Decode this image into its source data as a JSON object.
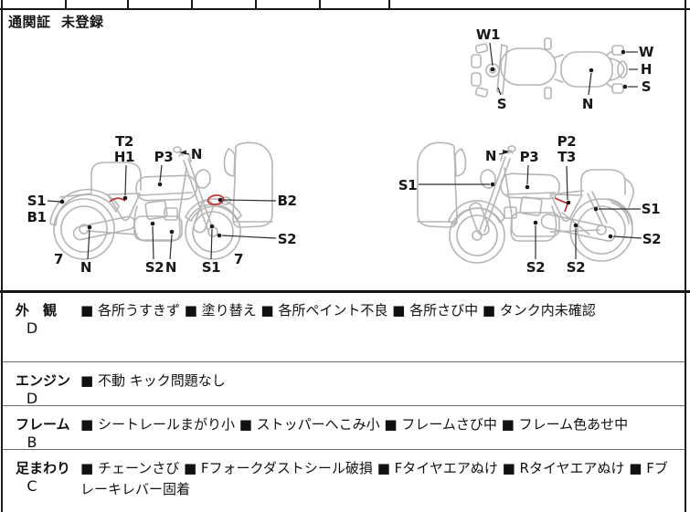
{
  "header": {
    "customs_label": "通関証",
    "customs_value": "未登録"
  },
  "colors": {
    "outline_gray": "#b5b5b5",
    "leader_dark": "#2e2e2e",
    "mark_red": "#c23b36",
    "border_black": "#161616"
  },
  "diagram": {
    "top_view": {
      "labels": [
        "W1",
        "S",
        "N",
        "W",
        "H",
        "S"
      ]
    },
    "left_bike": {
      "labels": [
        "T2",
        "H1",
        "P3",
        "N",
        "S1",
        "B1",
        "B2",
        "S2",
        "7",
        "N",
        "S2",
        "N",
        "S1",
        "7"
      ]
    },
    "right_bike": {
      "labels": [
        "N",
        "P3",
        "P2",
        "T3",
        "S1",
        "S1",
        "S2",
        "S2",
        "S2"
      ]
    }
  },
  "table": {
    "rows": [
      {
        "category": "外　観",
        "grade": "D",
        "items": "■ 各所うすきず ■ 塗り替え ■ 各所ペイント不良 ■ 各所さび中 ■ タンク内未確認"
      },
      {
        "category": "エンジン",
        "grade": "D",
        "items": "■ 不動 キック問題なし"
      },
      {
        "category": "フレーム",
        "grade": "B",
        "items": "■ シートレールまがり小 ■ ストッパーへこみ小 ■ フレームさび中 ■ フレーム色あせ中"
      },
      {
        "category": "足まわり",
        "grade": "C",
        "items": "■ チェーンさび ■ Fフォークダストシール破損 ■ Fタイヤエアぬけ ■ Rタイヤエアぬけ ■ Fブレーキレバー固着"
      }
    ]
  }
}
